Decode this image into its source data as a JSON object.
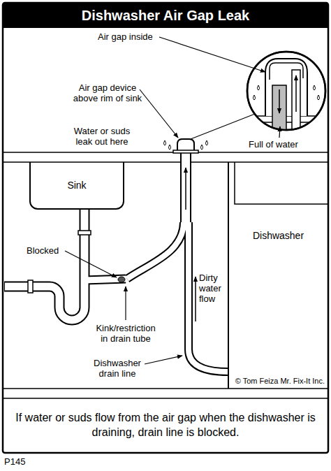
{
  "diagram": {
    "title": "Dishwasher Air Gap Leak",
    "caption": "If water or suds flow from the air gap when the dishwasher is draining, drain line is blocked.",
    "nodes": [
      {
        "text": [
          "Sink"
        ]
      },
      {
        "text": [
          "Dishwasher"
        ]
      }
    ],
    "labels": [
      "Air gap inside",
      "Air gap device above rim of sink",
      "Water or suds leak out here",
      "Full of water",
      "Blocked",
      "Kink/restriction in drain tube",
      "Dirty water flow",
      "Dishwasher drain line",
      "© Tom Feiza Mr. Fix-It Inc.",
      "P145"
    ]
  }
}
